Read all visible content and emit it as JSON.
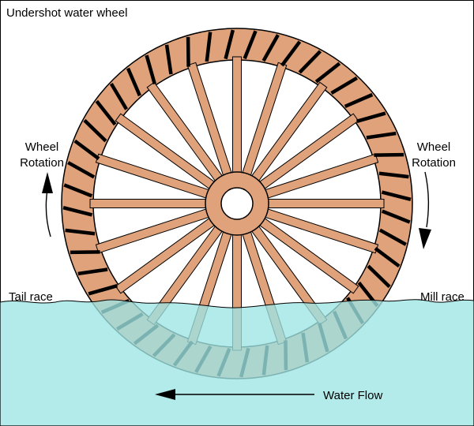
{
  "title": "Undershot water wheel",
  "labels": {
    "wheel_rotation_left": [
      "Wheel",
      "Rotation"
    ],
    "wheel_rotation_right": [
      "Wheel",
      "Rotation"
    ],
    "tail_race": "Tail race",
    "mill_race": "Mill race",
    "water_flow": "Water Flow"
  },
  "colors": {
    "wood": "#e0a27a",
    "water": "#9ee4e4",
    "outline": "#000000",
    "background": "#ffffff"
  },
  "wheel": {
    "spoke_count": 20,
    "paddle_count": 48
  }
}
